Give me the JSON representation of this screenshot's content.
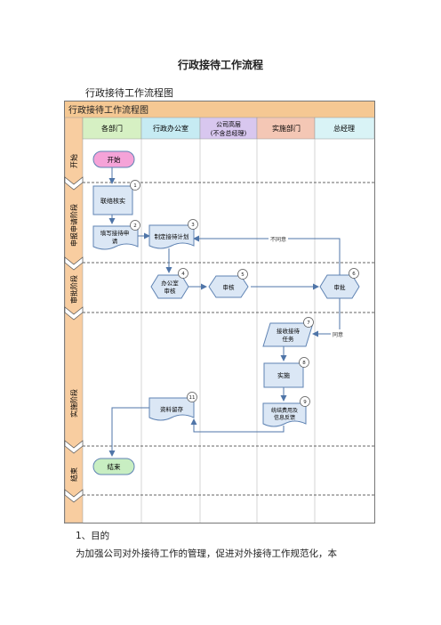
{
  "doc_title": "行政接待工作流程",
  "sub_title": "行政接待工作流程图",
  "chart": {
    "header": "行政接待工作流程图",
    "columns": [
      "各部门",
      "行政办公室",
      "公司高层",
      "(不含总经理)",
      "实施部门",
      "总经理"
    ],
    "stages": [
      "开始",
      "申报申请阶段",
      "审批阶段",
      "实施阶段",
      "结束"
    ],
    "nodes": {
      "start": "开始",
      "n1": "联络核实",
      "n2a": "填写接待申",
      "n2b": "请",
      "n3": "制定接待计划",
      "n4a": "办公室",
      "n4b": "审核",
      "n5": "审核",
      "n6": "审批",
      "n7a": "接收接待",
      "n7b": "任务",
      "n8": "实施",
      "n9a": "统结费用及",
      "n9b": "信息反馈",
      "n11": "资料留存",
      "end": "结束"
    },
    "badges": [
      "1",
      "2",
      "3",
      "4",
      "5",
      "6",
      "7",
      "8",
      "9",
      "11"
    ],
    "edge_labels": {
      "reject": "不同意",
      "agree": "同意"
    }
  },
  "section_1": "1、目的",
  "paragraph": "为加强公司对外接待工作的管理，促进对外接待工作规范化，本",
  "colors": {
    "header_bg": "#f5c893",
    "lane_bg": "#f8cda0",
    "col1": "#d6f0c3",
    "col2": "#c6ebf3",
    "col3": "#d8c7ef",
    "col4": "#f4c7b5",
    "col5": "#d9f3f6",
    "node": "#dbe7f5",
    "node_stroke": "#5f83b3",
    "start_fill": "#f5a3d8",
    "end_fill": "#c8eec2",
    "arrow": "#4f75a8"
  }
}
